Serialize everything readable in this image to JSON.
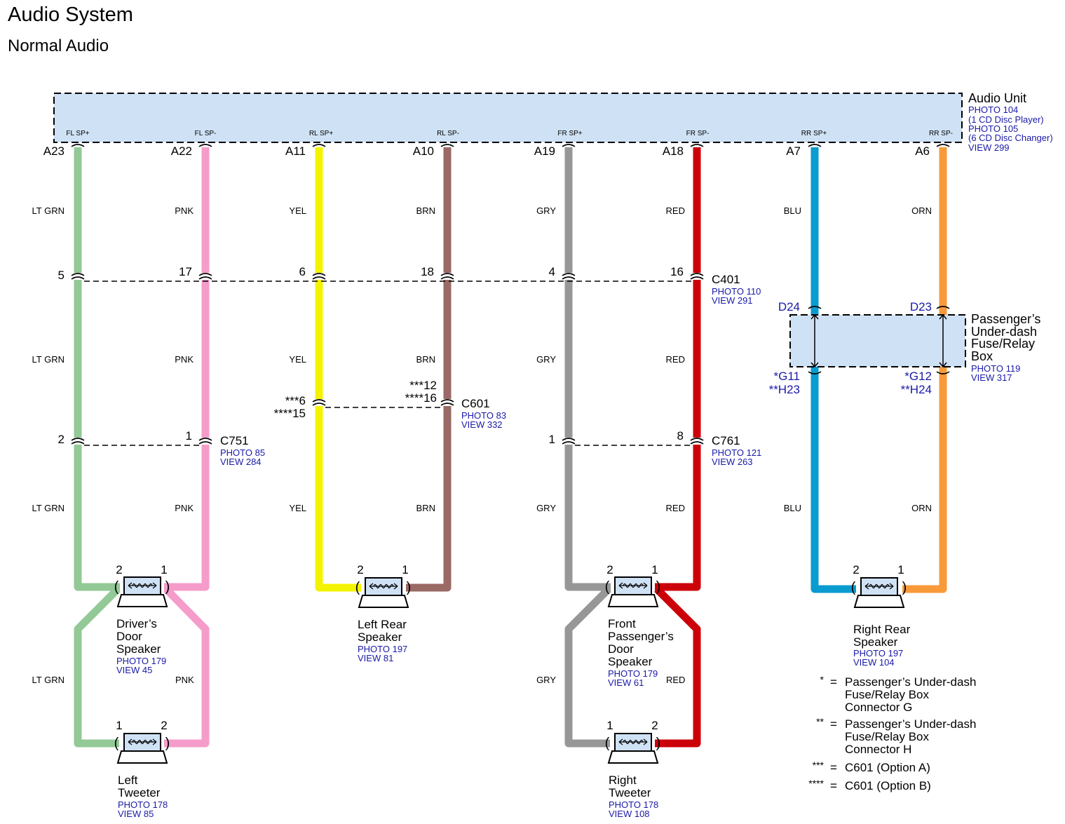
{
  "title": "Audio System",
  "subtitle": "Normal Audio",
  "colors": {
    "LT GRN": "#92c996",
    "PNK": "#f59ccb",
    "YEL": "#f3f300",
    "BRN": "#9a6a66",
    "GRY": "#979797",
    "RED": "#cc0008",
    "BLU": "#0a9bd0",
    "ORN": "#f89a3a",
    "box_fill": "#cfe2f5",
    "ref_text": "#1a1aa8"
  },
  "audio_unit": {
    "name": "Audio Unit",
    "refs": [
      "PHOTO 104",
      "(1 CD Disc Player)",
      "PHOTO 105",
      "(6 CD Disc Changer)",
      "VIEW 299"
    ],
    "terminals": [
      {
        "label": "FL SP+",
        "pin": "A23",
        "color": "LT GRN"
      },
      {
        "label": "FL SP-",
        "pin": "A22",
        "color": "PNK"
      },
      {
        "label": "RL SP+",
        "pin": "A11",
        "color": "YEL"
      },
      {
        "label": "RL SP-",
        "pin": "A10",
        "color": "BRN"
      },
      {
        "label": "FR SP+",
        "pin": "A19",
        "color": "GRY"
      },
      {
        "label": "FR SP-",
        "pin": "A18",
        "color": "RED"
      },
      {
        "label": "RR SP+",
        "pin": "A7",
        "color": "BLU"
      },
      {
        "label": "RR SP-",
        "pin": "A6",
        "color": "ORN"
      }
    ]
  },
  "connectors": {
    "c401": {
      "name": "C401",
      "refs": [
        "PHOTO 110",
        "VIEW 291"
      ],
      "pins": [
        "5",
        "17",
        "6",
        "18",
        "4",
        "16"
      ]
    },
    "c601": {
      "name": "C601",
      "refs": [
        "PHOTO 83",
        "VIEW 332"
      ],
      "pins_left": [
        "***6",
        "****15"
      ],
      "pins_right": [
        "***12",
        "****16"
      ]
    },
    "c751": {
      "name": "C751",
      "refs": [
        "PHOTO 85",
        "VIEW 284"
      ],
      "pins": [
        "2",
        "1"
      ]
    },
    "c761": {
      "name": "C761",
      "refs": [
        "PHOTO 121",
        "VIEW 263"
      ],
      "pins": [
        "1",
        "8"
      ]
    }
  },
  "fuse_box": {
    "name_lines": [
      "Passenger’s",
      "Under-dash",
      "Fuse/Relay",
      "Box"
    ],
    "refs": [
      "PHOTO 119",
      "VIEW 317"
    ],
    "pins_top": [
      "D24",
      "D23"
    ],
    "pins_bottom_left": [
      "*G11",
      "**H23"
    ],
    "pins_bottom_right": [
      "*G12",
      "**H24"
    ]
  },
  "speakers": {
    "drivers_door": {
      "name_lines": [
        "Driver’s",
        "Door",
        "Speaker"
      ],
      "refs": [
        "PHOTO 179",
        "VIEW 45"
      ],
      "pin_left": "2",
      "pin_right": "1"
    },
    "left_rear": {
      "name_lines": [
        "Left Rear",
        "Speaker"
      ],
      "refs": [
        "PHOTO 197",
        "VIEW 81"
      ],
      "pin_left": "2",
      "pin_right": "1"
    },
    "front_pass_door": {
      "name_lines": [
        "Front",
        "Passenger’s",
        "Door",
        "Speaker"
      ],
      "refs": [
        "PHOTO 179",
        "VIEW 61"
      ],
      "pin_left": "2",
      "pin_right": "1"
    },
    "right_rear": {
      "name_lines": [
        "Right Rear",
        "Speaker"
      ],
      "refs": [
        "PHOTO 197",
        "VIEW 104"
      ],
      "pin_left": "2",
      "pin_right": "1"
    },
    "left_tweeter": {
      "name_lines": [
        "Left",
        "Tweeter"
      ],
      "refs": [
        "PHOTO 178",
        "VIEW 85"
      ],
      "pin_left": "1",
      "pin_right": "2"
    },
    "right_tweeter": {
      "name_lines": [
        "Right",
        "Tweeter"
      ],
      "refs": [
        "PHOTO 178",
        "VIEW 108"
      ],
      "pin_left": "1",
      "pin_right": "2"
    }
  },
  "wire_labels": {
    "seg1": [
      "LT GRN",
      "PNK",
      "YEL",
      "BRN",
      "GRY",
      "RED",
      "BLU",
      "ORN"
    ],
    "seg2": [
      "LT GRN",
      "PNK",
      "YEL",
      "BRN",
      "GRY",
      "RED"
    ],
    "seg3": [
      "LT GRN",
      "PNK",
      "YEL",
      "BRN",
      "GRY",
      "RED",
      "BLU",
      "ORN"
    ],
    "tweeter": [
      "LT GRN",
      "PNK",
      "GRY",
      "RED"
    ]
  },
  "legend": [
    {
      "symbol": "*",
      "text_lines": [
        "Passenger’s Under-dash",
        "Fuse/Relay Box",
        "Connector G"
      ]
    },
    {
      "symbol": "**",
      "text_lines": [
        "Passenger’s Under-dash",
        "Fuse/Relay Box",
        "Connector H"
      ]
    },
    {
      "symbol": "***",
      "text_lines": [
        "C601 (Option A)"
      ]
    },
    {
      "symbol": "****",
      "text_lines": [
        "C601 (Option B)"
      ]
    }
  ]
}
